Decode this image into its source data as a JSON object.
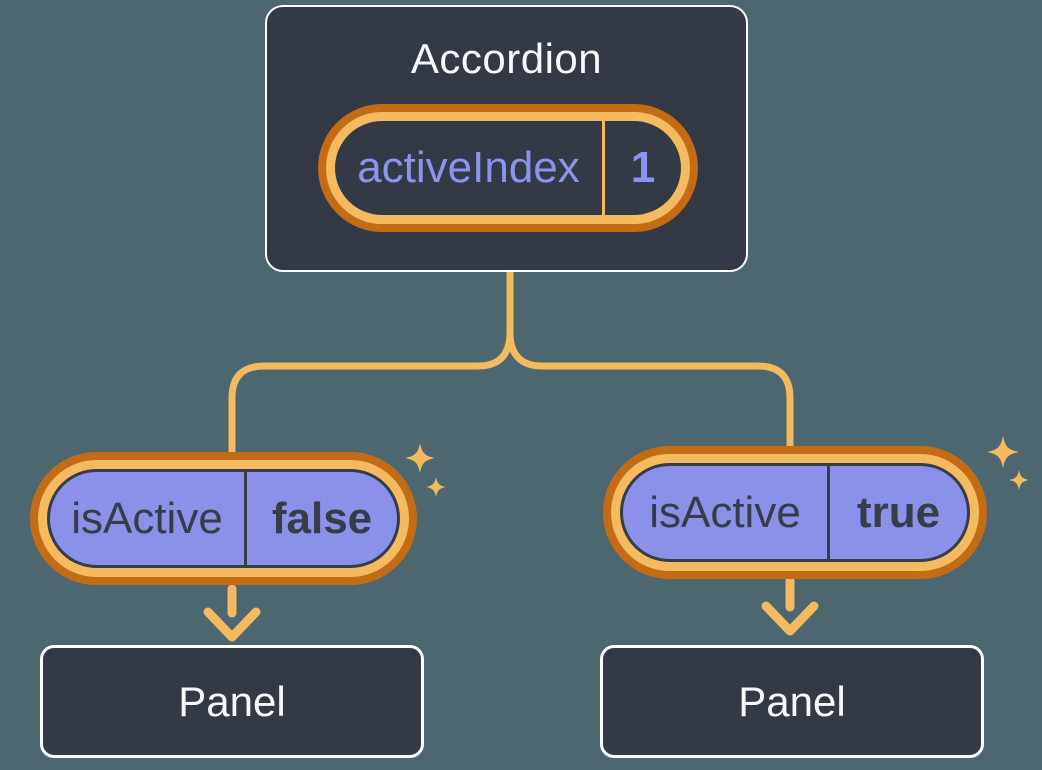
{
  "diagram": {
    "root": {
      "label": "Accordion",
      "state": {
        "name": "activeIndex",
        "value": "1"
      }
    },
    "children": [
      {
        "prop": {
          "name": "isActive",
          "value": "false"
        },
        "panel_label": "Panel"
      },
      {
        "prop": {
          "name": "isActive",
          "value": "true"
        },
        "panel_label": "Panel"
      }
    ]
  },
  "icons": {
    "sparkle": "sparkle-icon",
    "arrow": "arrow-down-icon"
  },
  "colors": {
    "background": "#4C6770",
    "node_fill": "#343A45",
    "node_border": "#FFFFFF",
    "node_text": "#F7F8FA",
    "accent_light": "#F4BA60",
    "accent_dark": "#C46B16",
    "pill_fill": "#8B90E8",
    "state_text": "#8B94EC",
    "prop_text": "#363C48"
  }
}
